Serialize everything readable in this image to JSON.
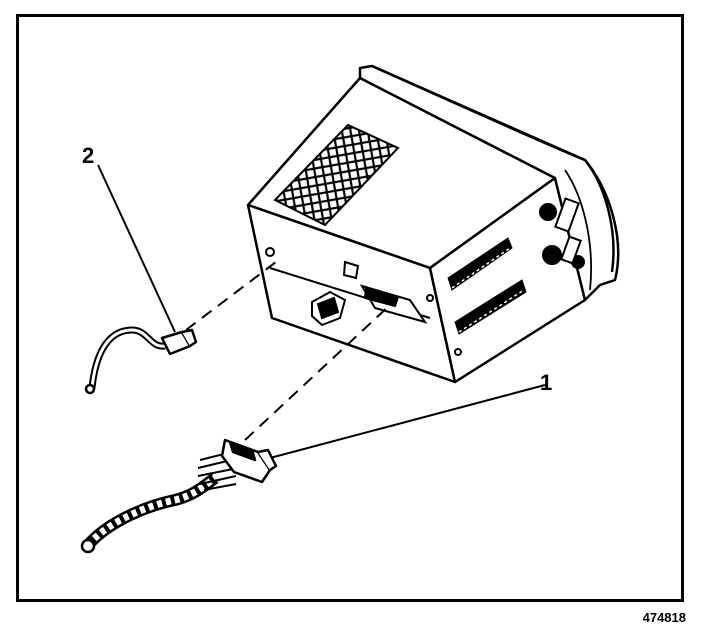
{
  "callouts": {
    "label_1": "1",
    "label_2": "2"
  },
  "figure_number": "474818",
  "colors": {
    "ink": "#000000",
    "paper": "#ffffff"
  }
}
